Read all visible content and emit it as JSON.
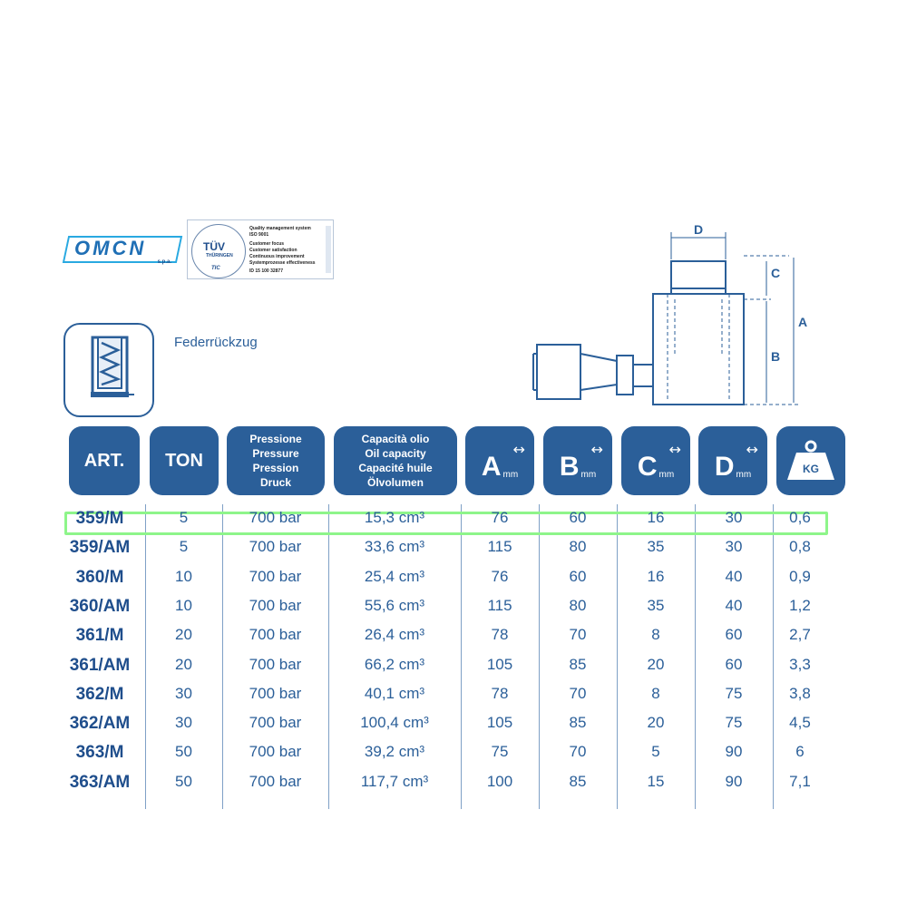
{
  "brand": {
    "logo_text": "OMCN",
    "logo_suffix": "s.p.a.",
    "cert_title": "Quality management system",
    "cert_standard": "ISO 9001",
    "cert_seal": "TÜV",
    "cert_tic": "TIC",
    "cert_body": "THÜRINGEN",
    "cert_points": [
      "Customer focus",
      "Customer satisfaction",
      "Continuous improvement",
      "Systemprozesse effectiveness"
    ],
    "cert_number": "ID 15 100 32877"
  },
  "feature": {
    "label": "Federrückzug",
    "icon": "spring-return-icon"
  },
  "diagram": {
    "labels": {
      "d": "D",
      "c": "C",
      "a": "A",
      "b": "B"
    }
  },
  "table": {
    "headers": {
      "art": "ART.",
      "ton": "TON",
      "pressure": [
        "Pressione",
        "Pressure",
        "Pression",
        "Druck"
      ],
      "capacity": [
        "Capacità olio",
        "Oil capacity",
        "Capacité huile",
        "Ölvolumen"
      ],
      "a": "A",
      "b": "B",
      "c": "C",
      "d": "D",
      "unit": "mm",
      "kg": "KG"
    },
    "rows": [
      {
        "art": "359/M",
        "ton": "5",
        "pressure": "700 bar",
        "capacity": "15,3 cm³",
        "a": "76",
        "b": "60",
        "c": "16",
        "d": "30",
        "kg": "0,6"
      },
      {
        "art": "359/AM",
        "ton": "5",
        "pressure": "700 bar",
        "capacity": "33,6 cm³",
        "a": "115",
        "b": "80",
        "c": "35",
        "d": "30",
        "kg": "0,8"
      },
      {
        "art": "360/M",
        "ton": "10",
        "pressure": "700 bar",
        "capacity": "25,4 cm³",
        "a": "76",
        "b": "60",
        "c": "16",
        "d": "40",
        "kg": "0,9"
      },
      {
        "art": "360/AM",
        "ton": "10",
        "pressure": "700 bar",
        "capacity": "55,6 cm³",
        "a": "115",
        "b": "80",
        "c": "35",
        "d": "40",
        "kg": "1,2"
      },
      {
        "art": "361/M",
        "ton": "20",
        "pressure": "700 bar",
        "capacity": "26,4 cm³",
        "a": "78",
        "b": "70",
        "c": "8",
        "d": "60",
        "kg": "2,7"
      },
      {
        "art": "361/AM",
        "ton": "20",
        "pressure": "700 bar",
        "capacity": "66,2 cm³",
        "a": "105",
        "b": "85",
        "c": "20",
        "d": "60",
        "kg": "3,3"
      },
      {
        "art": "362/M",
        "ton": "30",
        "pressure": "700 bar",
        "capacity": "40,1 cm³",
        "a": "78",
        "b": "70",
        "c": "8",
        "d": "75",
        "kg": "3,8"
      },
      {
        "art": "362/AM",
        "ton": "30",
        "pressure": "700 bar",
        "capacity": "100,4 cm³",
        "a": "105",
        "b": "85",
        "c": "20",
        "d": "75",
        "kg": "4,5"
      },
      {
        "art": "363/M",
        "ton": "50",
        "pressure": "700 bar",
        "capacity": "39,2 cm³",
        "a": "75",
        "b": "70",
        "c": "5",
        "d": "90",
        "kg": "6"
      },
      {
        "art": "363/AM",
        "ton": "50",
        "pressure": "700 bar",
        "capacity": "117,7 cm³",
        "a": "100",
        "b": "85",
        "c": "15",
        "d": "90",
        "kg": "7,1"
      }
    ],
    "highlighted_row": 0
  }
}
